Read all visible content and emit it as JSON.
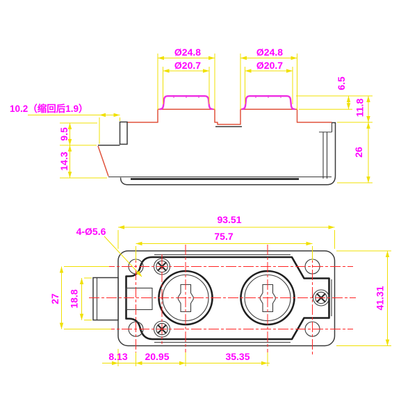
{
  "colors": {
    "background": "#ffffff",
    "outline": "#3a3a3a",
    "outline_heavy": "#1f1f1f",
    "profile_red": "#e0523c",
    "boss_magenta": "#ee2ee2",
    "dimension_line_yellow": "#f0e000",
    "dimension_text_magenta": "#ff00ff",
    "centerline_red": "#ff2222"
  },
  "top_view": {
    "dims": {
      "boss1_outer_dia": "Ø24.8",
      "boss1_top_dia": "Ø20.7",
      "boss2_outer_dia": "Ø24.8",
      "boss2_top_dia": "Ø20.7",
      "protrusion": "10.2（缩回后1.9）",
      "shoulder_height": "9.5",
      "chamfer_height": "14.3",
      "cap_height": "6.5",
      "cap_to_flange": "11.8",
      "body_height": "26"
    }
  },
  "bottom_view": {
    "dims": {
      "overall_width": "93.51",
      "mount_hole_span": "75.7",
      "mount_holes_callout": "4-Ø5.6",
      "mount_hole_pitch": "27",
      "connector_width": "18.8",
      "overall_depth": "41.31",
      "edge_to_mount": "8.13",
      "mount_to_center": "20.95",
      "center_pitch": "35.35"
    }
  }
}
